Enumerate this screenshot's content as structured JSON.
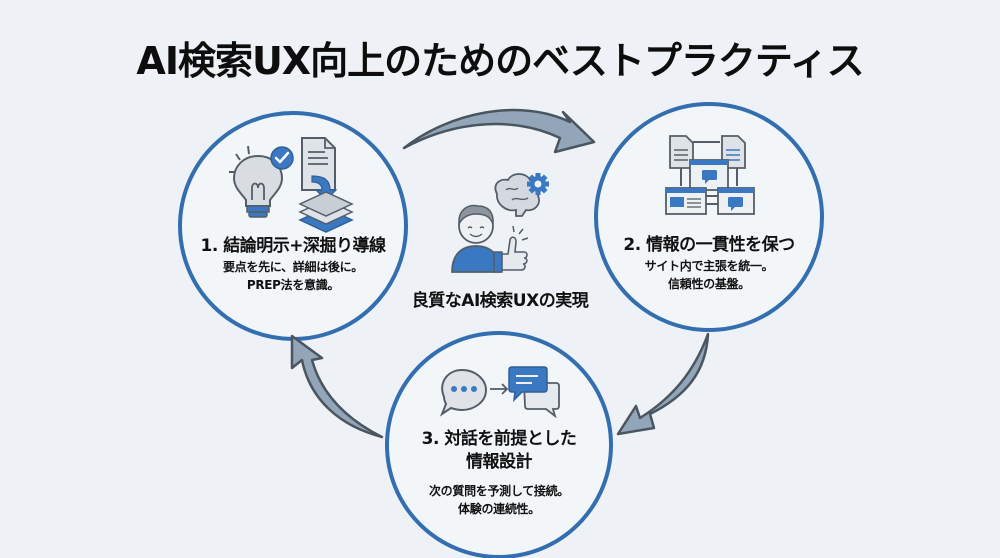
{
  "title": "AI検索UX向上のためのベストプラクティス",
  "colors": {
    "accent": "#2f6db3",
    "circle_stroke": "#336eb0",
    "arrow_fill": "#93a6b9",
    "arrow_stroke": "#4a5560",
    "icon_gray": "#d4d9df",
    "icon_outline": "#555e68",
    "background": "#eef2f6"
  },
  "center": {
    "label": "良質なAI検索UXの実現",
    "icon": "person-thumbs-up-brain-gear-icon"
  },
  "steps": [
    {
      "title": "1. 結論明示+深掘り導線",
      "desc_lines": [
        "要点を先に、詳細は後に。",
        "PREP法を意識。"
      ],
      "icons": [
        "lightbulb-check-icon",
        "document-layers-icon"
      ]
    },
    {
      "title": "2. 情報の一貫性を保つ",
      "desc_lines": [
        "サイト内で主張を統一。",
        "信頼性の基盤。"
      ],
      "icons": [
        "connected-documents-icon"
      ]
    },
    {
      "title_lines": [
        "3. 対話を前提とした",
        "情報設計"
      ],
      "desc_lines": [
        "次の質問を予測して接続。",
        "体験の連続性。"
      ],
      "icons": [
        "chat-bubbles-arrow-icon"
      ]
    }
  ],
  "arrows": [
    {
      "from": "step-1",
      "to": "step-2",
      "direction": "clockwise"
    },
    {
      "from": "step-2",
      "to": "step-3",
      "direction": "clockwise"
    },
    {
      "from": "step-3",
      "to": "step-1",
      "direction": "clockwise"
    }
  ]
}
